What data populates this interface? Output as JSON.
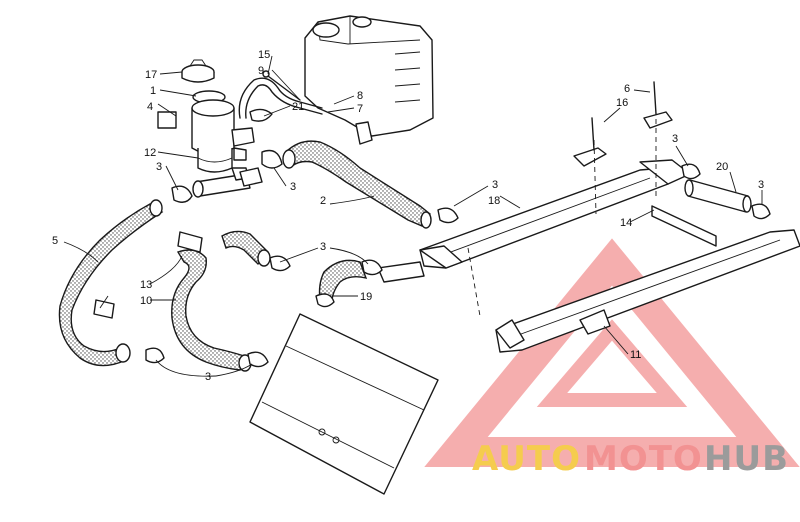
{
  "callouts": {
    "c1": "1",
    "c2": "2",
    "c3a": "3",
    "c3b": "3",
    "c3c": "3",
    "c3d": "3",
    "c3e": "3",
    "c3f": "3",
    "c3g": "3",
    "c4": "4",
    "c5": "5",
    "c6": "6",
    "c7": "7",
    "c8": "8",
    "c9": "9",
    "c10": "10",
    "c11": "11",
    "c12": "12",
    "c13": "13",
    "c14": "14",
    "c15": "15",
    "c16": "16",
    "c17": "17",
    "c18": "18",
    "c19": "19",
    "c20": "20",
    "c21": "21"
  },
  "watermark": {
    "auto": "AUTO",
    "moto": "MOTO",
    "hub": "HUB",
    "colors": {
      "auto": "#f4c430",
      "moto": "#f08080",
      "hub": "#808080",
      "triangle": "#f08080"
    }
  }
}
